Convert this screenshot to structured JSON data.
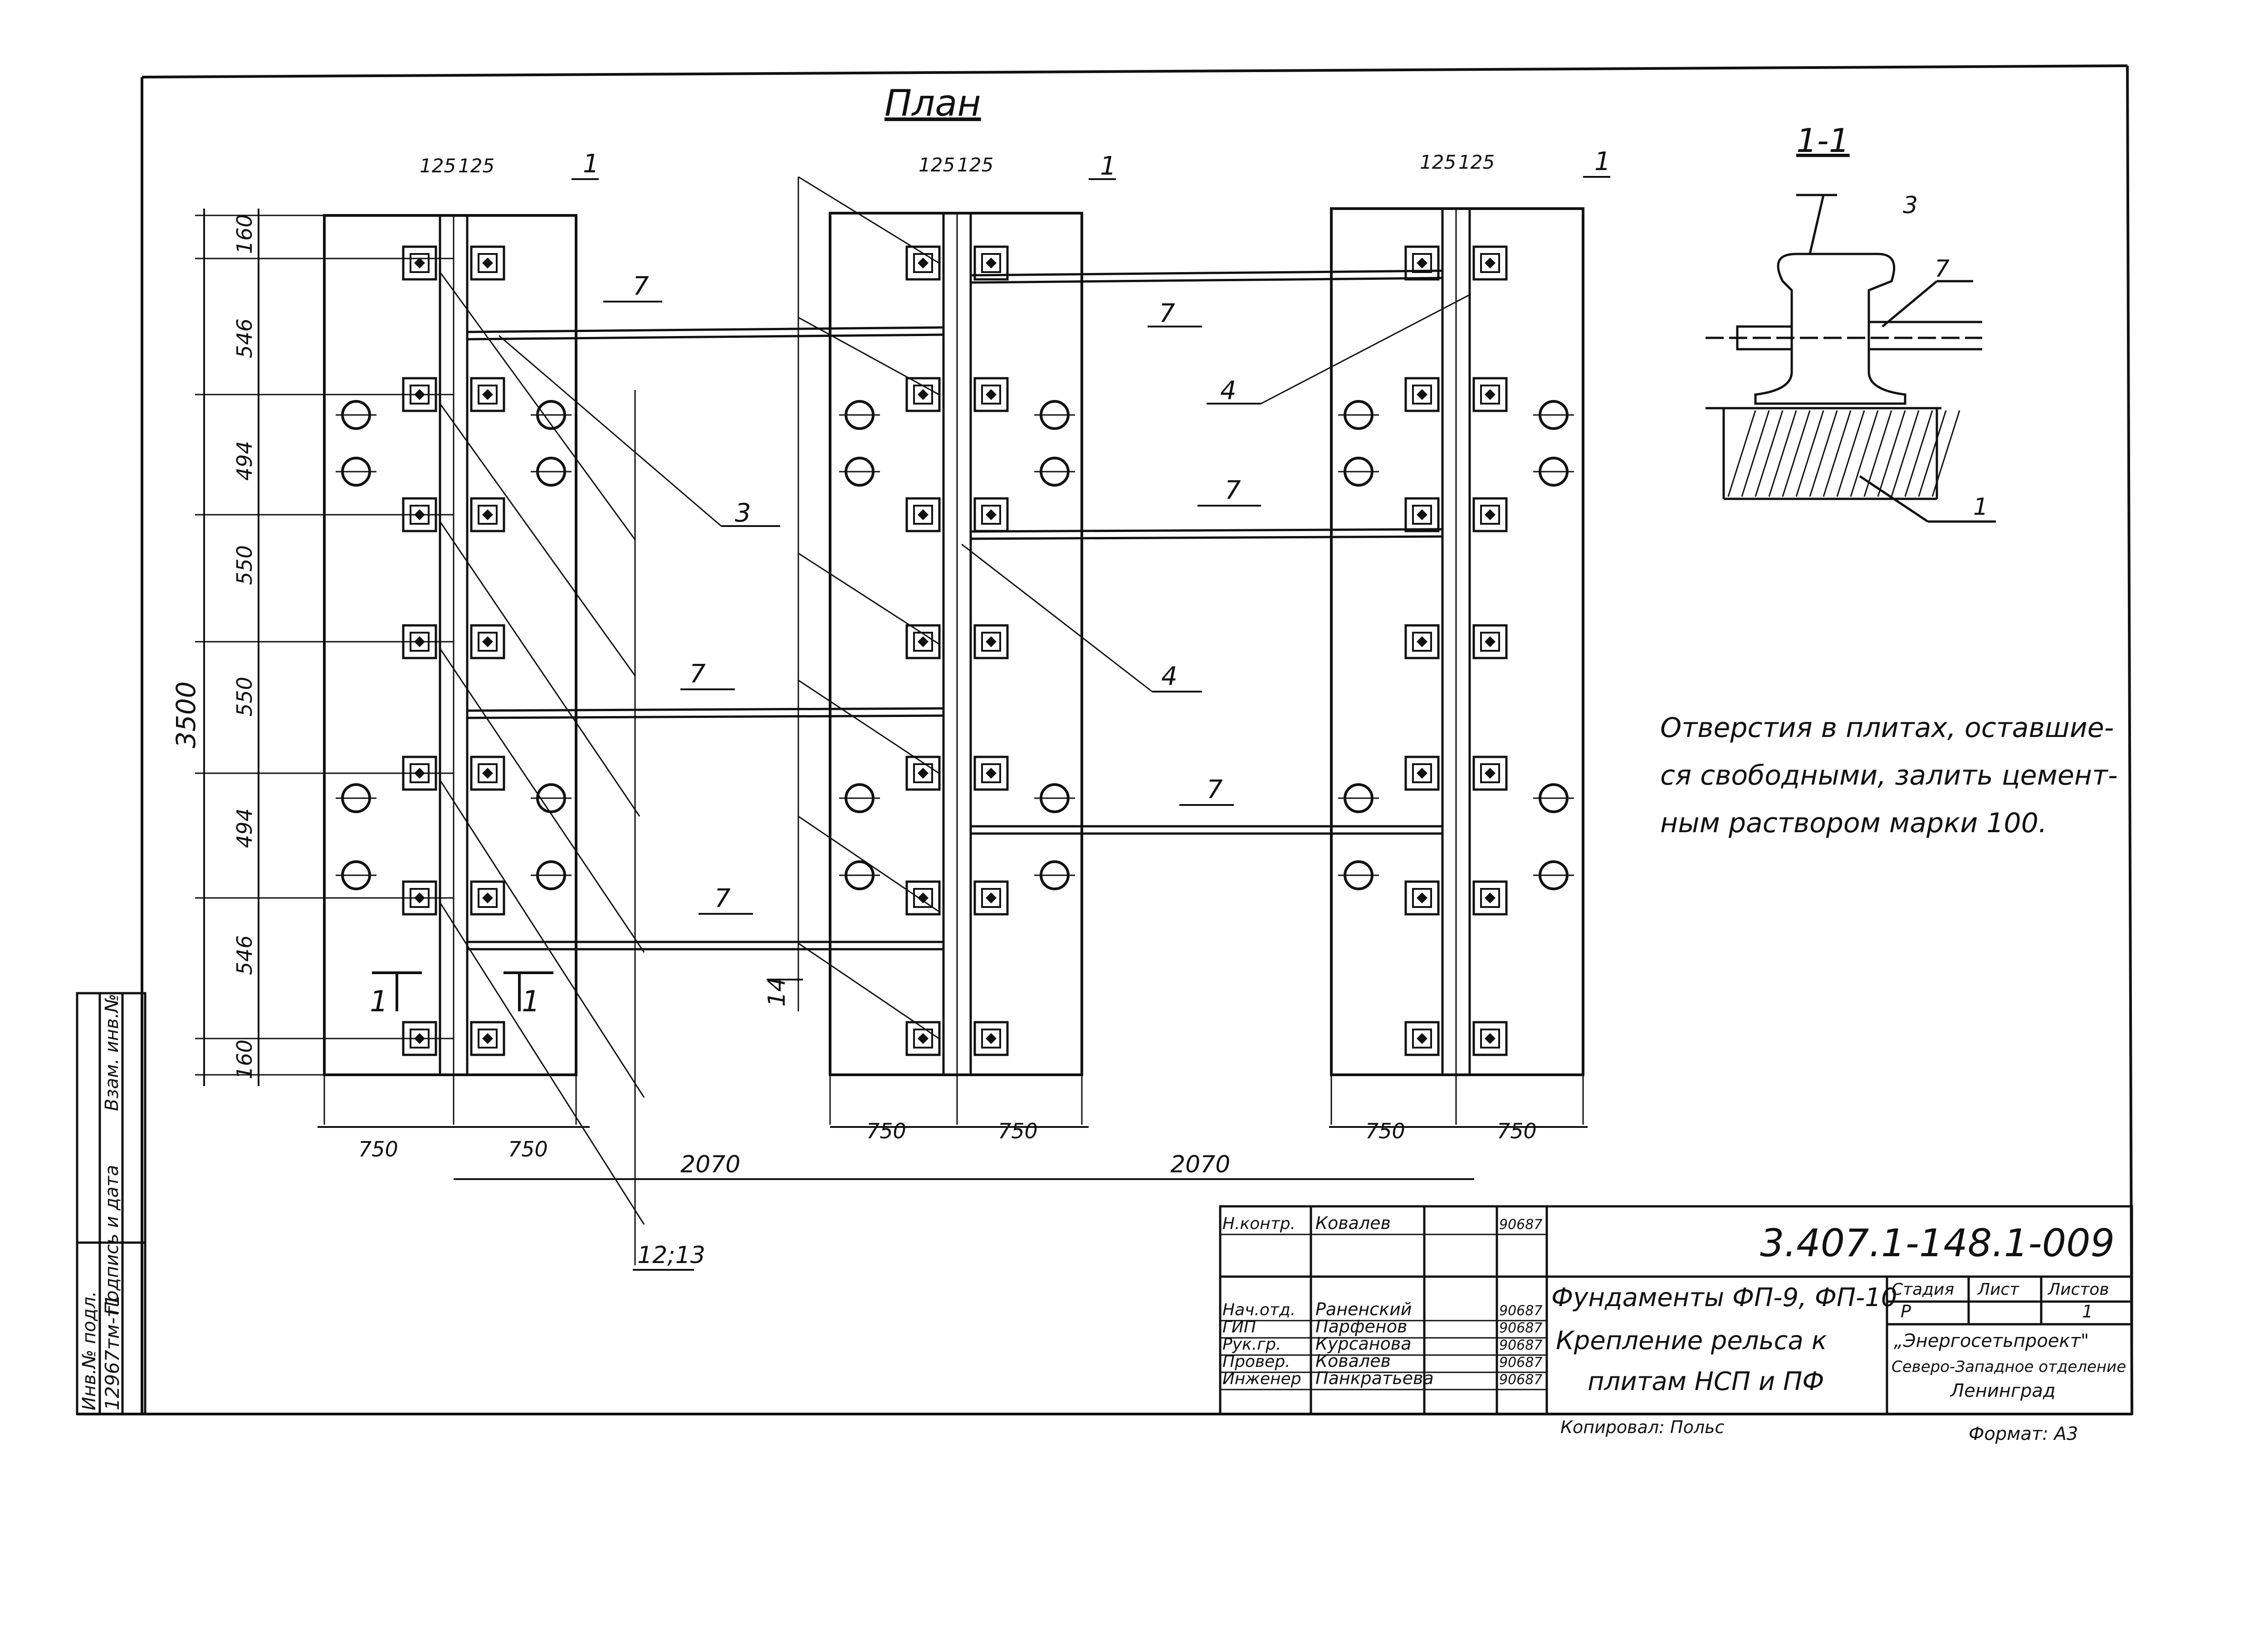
{
  "plan_title": "План",
  "section_title": "1-1",
  "dimensions": {
    "top_125_a": "125",
    "top_125_b": "125",
    "total_height": "3500",
    "v_160_top": "160",
    "v_546_a": "546",
    "v_494_a": "494",
    "v_550_a": "550",
    "v_550_b": "550",
    "v_494_b": "494",
    "v_546_b": "546",
    "v_160_bottom": "160",
    "half_width": "750",
    "spacing": "2070"
  },
  "callouts": {
    "slab": "1",
    "rail": "3",
    "rail_part": "4",
    "tie_rod": "7",
    "bolts": "12;13",
    "plate": "14",
    "section_mark": "1"
  },
  "note_lines": [
    "Отверстия в плитах, оставшие-",
    "ся свободными, залить цемент-",
    "ным раствором марки 100."
  ],
  "side_stamp": {
    "col1": "Инв.№ подл.",
    "col2": "Подпись и дата",
    "col3": "Взам. инв.№",
    "value": "12967тм-т1"
  },
  "title_block": {
    "doc_code": "3.407.1-148.1-009",
    "rows": [
      {
        "role": "Н.контр.",
        "name": "Ковалев",
        "date": "90687"
      },
      {
        "role": "",
        "name": "",
        "date": ""
      },
      {
        "role": "",
        "name": "",
        "date": ""
      },
      {
        "role": "Нач.отд.",
        "name": "Раненский",
        "date": "90687"
      },
      {
        "role": "ГИП",
        "name": "Парфенов",
        "date": "90687"
      },
      {
        "role": "Рук.гр.",
        "name": "Курсанова",
        "date": "90687"
      },
      {
        "role": "Провер.",
        "name": "Ковалев",
        "date": "90687"
      },
      {
        "role": "Инженер",
        "name": "Панкратьева",
        "date": "90687"
      }
    ],
    "title_line1": "Фундаменты ФП-9, ФП-10",
    "title_line2": "Крепление рельса к",
    "title_line3": "плитам НСП и ПФ",
    "stage_label": "Стадия",
    "sheet_label": "Лист",
    "sheets_label": "Листов",
    "stage_value": "Р",
    "sheets_value": "1",
    "org_line1": "„Энергосетьпроект\"",
    "org_line2": "Северо-Западное отделение",
    "org_line3": "Ленинград",
    "copied_by": "Копировал: Польс",
    "format": "Формат: А3"
  },
  "colors": {
    "ink": "#111111",
    "paper": "#ffffff"
  }
}
